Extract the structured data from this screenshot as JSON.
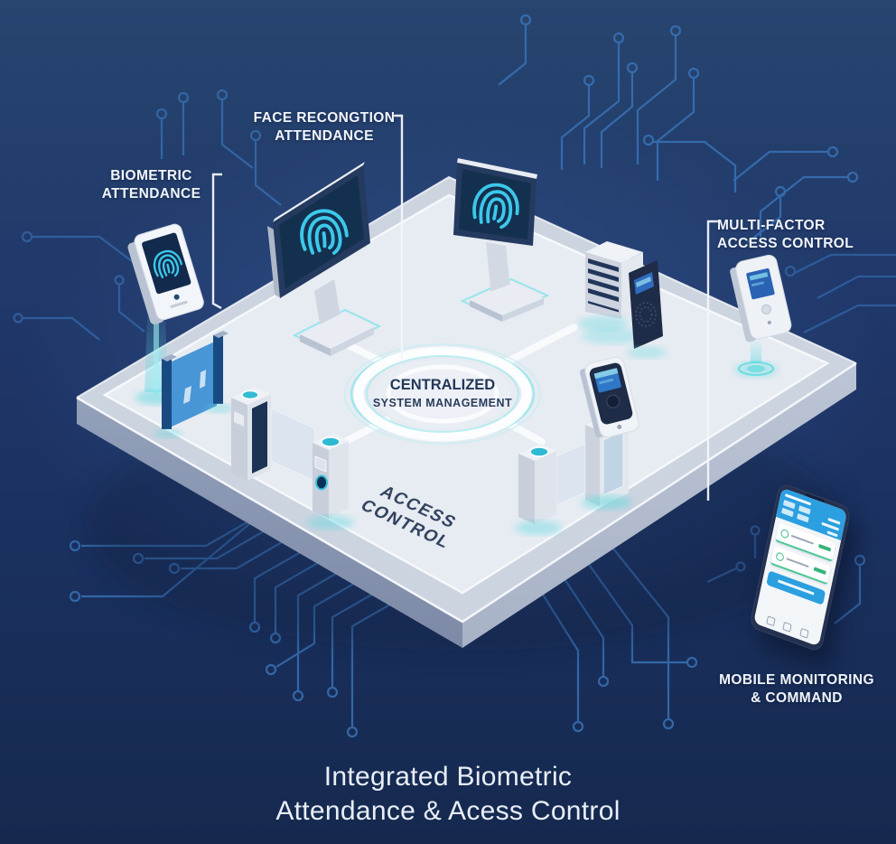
{
  "title": {
    "line1": "Integrated Biometric",
    "line2": "Attendance & Acess Control"
  },
  "labels": {
    "biometric": {
      "line1": "BIOMETRIC",
      "line2": "ATTENDANCE"
    },
    "face_recognition": {
      "line1": "FACE RECONGTION",
      "line2": "ATTENDANCE"
    },
    "multi_factor": {
      "line1": "MULTI-FACTOR",
      "line2": "ACCESS CONTROL"
    },
    "mobile": {
      "line1": "MOBILE MONITORING",
      "line2": "& COMMAND"
    }
  },
  "hub": {
    "line1": "CENTRALIZED",
    "line2": "SYSTEM MANAGEMENT"
  },
  "floor": {
    "line1": "ACCESS",
    "line2": "CONTROL"
  },
  "icons": {
    "fingerprint": "fingerprint-icon",
    "speaker_grille": "speaker-grille-icon",
    "turnstile_indicator": "turnstile-indicator-icon",
    "camera": "camera-icon"
  },
  "colors": {
    "background_navy": "#1d3463",
    "circuit_blue": "#3a76bc",
    "platform_gray": "#dde2eb",
    "accent_teal": "#57d8de",
    "screen_navy": "#14304f",
    "fingerprint_blue": "#3cc8ea",
    "phone_blue": "#2b9fe0",
    "phone_green": "#35b57a",
    "label_white": "#f1f5fb"
  }
}
